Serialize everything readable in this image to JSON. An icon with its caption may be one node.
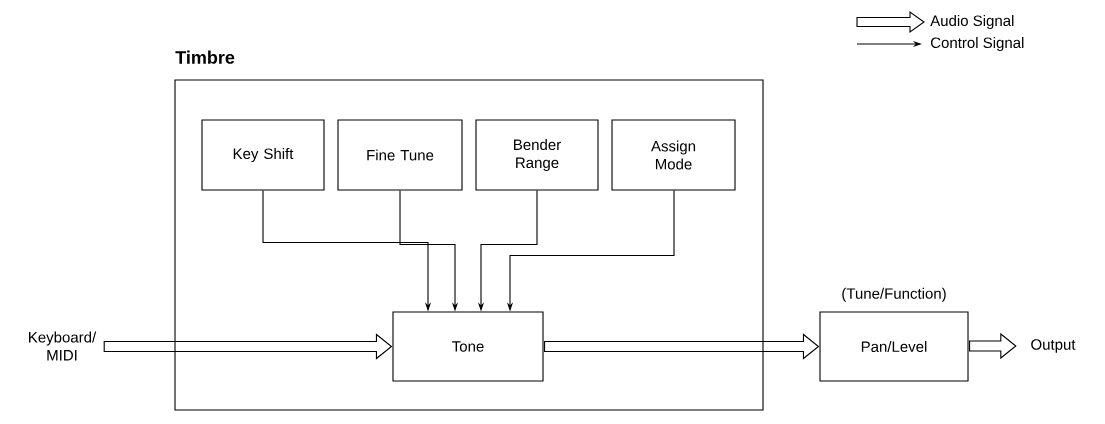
{
  "diagram": {
    "nodes": [
      {
        "text": [
          "Timbre"
        ]
      },
      {
        "text": [
          "Key Shift"
        ],
        "in": 0
      },
      {
        "text": [
          "Fine Tune"
        ],
        "in": 0
      },
      {
        "text": [
          "Bender Range"
        ],
        "in": 0
      },
      {
        "text": [
          "Assign Mode"
        ],
        "in": 0
      },
      {
        "text": [
          "Keyboard/ MIDI"
        ]
      },
      {
        "text": [
          "Tone"
        ],
        "in": 0
      },
      {
        "text": [
          "Pan/Level"
        ],
        "beside": [
          "(Tune/Function)"
        ]
      },
      {
        "text": [
          "Output"
        ]
      }
    ],
    "edges": [
      {
        "from": 1,
        "to": 6,
        "arrow": "to"
      },
      {
        "from": 2,
        "to": 6,
        "arrow": "to"
      },
      {
        "from": 3,
        "to": 6,
        "arrow": "to"
      },
      {
        "from": 4,
        "to": 6,
        "arrow": "to"
      },
      {
        "from": 5,
        "to": 6,
        "arrow": "to",
        "style": "thick"
      },
      {
        "from": 6,
        "to": 7,
        "arrow": "to",
        "style": "thick"
      },
      {
        "from": 7,
        "to": 8,
        "arrow": "to",
        "style": "thick"
      }
    ],
    "legend": [
      {
        "text": "Audio Signal"
      },
      {
        "text": "Control Signal"
      }
    ]
  }
}
